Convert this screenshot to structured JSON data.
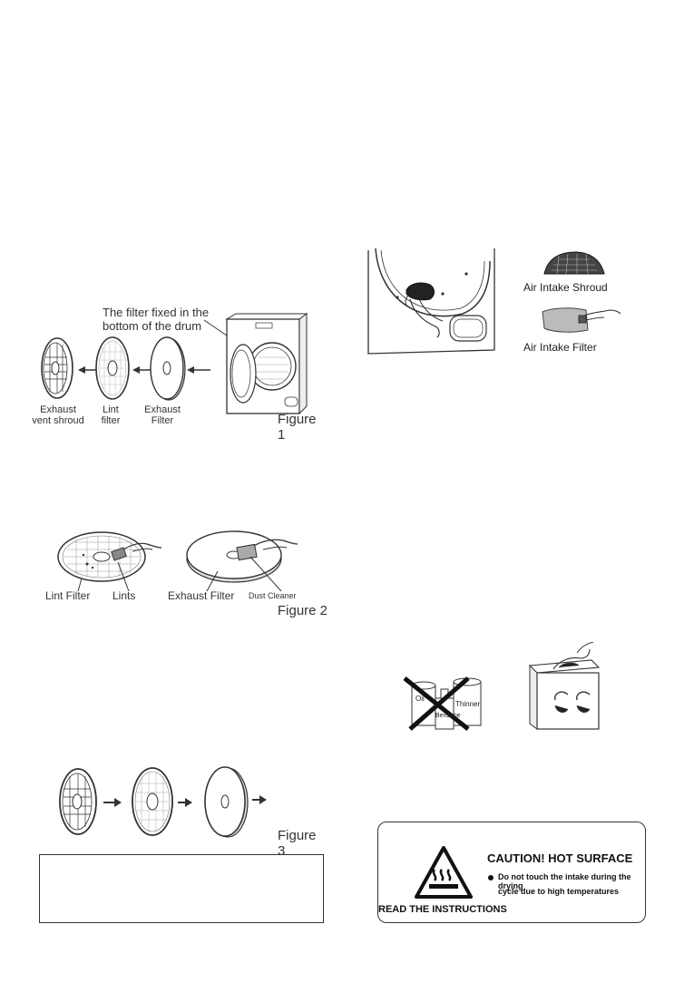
{
  "figure1": {
    "callout": [
      "The filter fixed in the",
      "bottom of the drum"
    ],
    "labels": {
      "shroud": [
        "Exhaust",
        "vent shroud"
      ],
      "lint": [
        "Lint",
        "filter"
      ],
      "exhaust": [
        "Exhaust",
        "Filter"
      ]
    },
    "caption": "Figure 1"
  },
  "figure2": {
    "labels": {
      "lint_filter": "Lint Filter",
      "lints": "Lints",
      "exhaust_filter": "Exhaust Filter",
      "dust_cleaner": "Dust Cleaner"
    },
    "caption": "Figure 2"
  },
  "figure3": {
    "caption": "Figure 3"
  },
  "intake": {
    "shroud_label": "Air Intake Shroud",
    "filter_label": "Air Intake Filter"
  },
  "solvents": {
    "labels": [
      "Oil",
      "Thinner",
      "Benzene"
    ]
  },
  "caution": {
    "title": "CAUTION! HOT SURFACE",
    "line1": "Do not touch the intake during the drying",
    "line2": "cycle due to high temperatures",
    "footer": "READ THE INSTRUCTIONS"
  },
  "colors": {
    "ink": "#222222",
    "line": "#444444",
    "paper": "#ffffff"
  }
}
